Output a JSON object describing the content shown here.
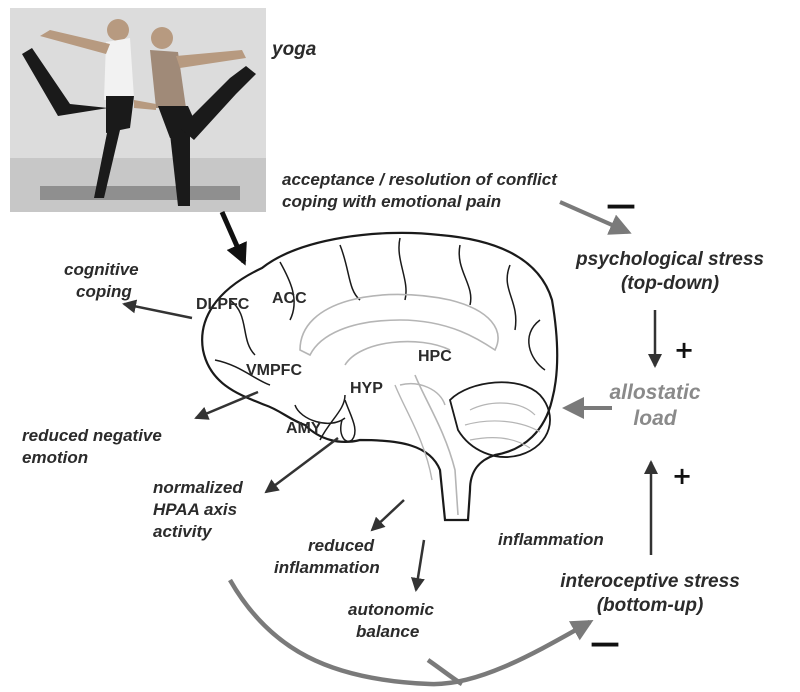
{
  "labels": {
    "yoga": "yoga",
    "acceptance_line1": "acceptance / resolution of conflict",
    "acceptance_line2": "coping with emotional pain",
    "psych_stress_line1": "psychological stress",
    "psych_stress_line2": "(top-down)",
    "allostatic_line1": "allostatic",
    "allostatic_line2": "load",
    "cognitive_line1": "cognitive",
    "cognitive_line2": "coping",
    "reduced_neg_line1": "reduced negative",
    "reduced_neg_line2": "emotion",
    "normalized_line1": "normalized",
    "normalized_line2": "HPAA axis",
    "normalized_line3": "activity",
    "reduced_inflam_line1": "reduced",
    "reduced_inflam_line2": "inflammation",
    "autonomic_line1": "autonomic",
    "autonomic_line2": "balance",
    "inflammation": "inflammation",
    "intero_line1": "interoceptive stress",
    "intero_line2": "(bottom-up)"
  },
  "regions": {
    "dlpfc": "DLPFC",
    "acc": "ACC",
    "vmpfc": "VMPFC",
    "hpc": "HPC",
    "hyp": "HYP",
    "amy": "AMY"
  },
  "signs": {
    "minus_top": "—",
    "plus_top": "+",
    "plus_bottom": "+",
    "minus_bottom": "—"
  },
  "colors": {
    "text": "#2b2b2b",
    "arrow_dark": "#333333",
    "arrow_gray": "#7a7a7a",
    "allostatic": "#8a8a8a",
    "brain_outline": "#1a1a1a",
    "brain_inner": "#b5b5b5"
  }
}
